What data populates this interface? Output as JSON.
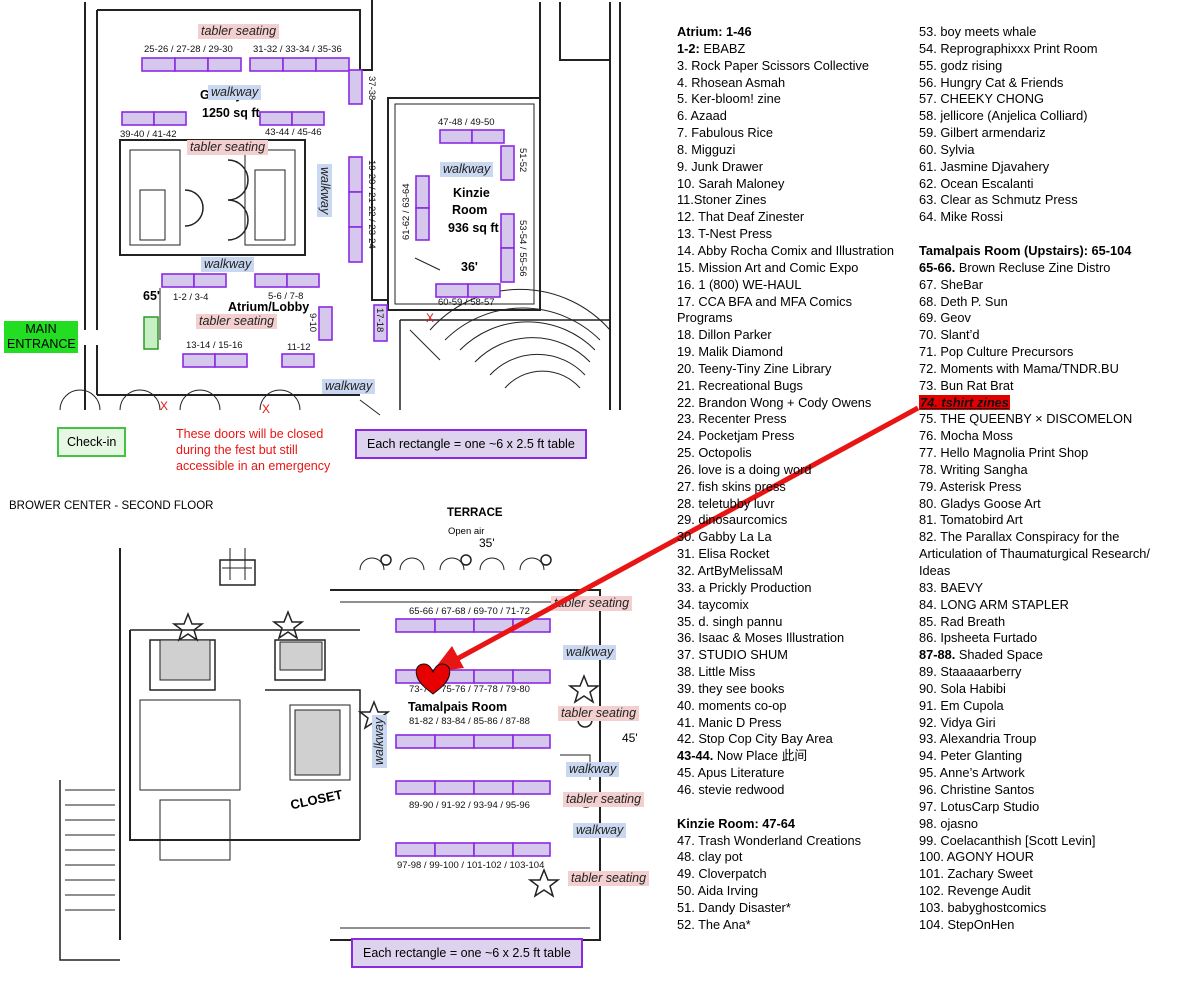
{
  "labels": {
    "tabler_seating": "tabler seating",
    "walkway": "walkway",
    "main_entrance": "MAIN ENTRANCE",
    "check_in": "Check-in",
    "doors_note": "These doors will be closed during the fest but still accessible in an emergency",
    "table_note": "Each rectangle = one ~6 x 2.5 ft table",
    "second_floor": "BROWER CENTER - SECOND FLOOR",
    "terrace": "TERRACE",
    "open_air": "Open air",
    "gallery_size": "1250 sq ft",
    "gallery": "Gallery",
    "atrium": "Atrium/Lobby",
    "kinzie": "Kinzie",
    "room": "Room",
    "kinzie_size": "936 sq ft",
    "dim_65": "65'",
    "dim_36": "36'",
    "dim_35": "35'",
    "dim_45": "45'",
    "tamalpais_room": "Tamalpais Room",
    "closet": "CLOSET",
    "x_mark": "X",
    "table_nums": {
      "g1": "25-26 / 27-28 / 29-30",
      "g2": "31-32 / 33-34 / 35-36",
      "g3": "39-40 / 41-42",
      "g4": "43-44 / 45-46",
      "v37": "37-38",
      "v19": "19-20 / 21-22 / 23-24",
      "a1": "1-2 / 3-4",
      "a2": "5-6 / 7-8",
      "a3": "13-14 / 15-16",
      "a4": "11-12",
      "v9": "9-10",
      "v17": "17-18",
      "k1": "47-48 / 49-50",
      "k2": "51-52",
      "k3": "61-62 / 63-64",
      "k4": "53-54 / 55-56",
      "k5": "60-59 / 58-57",
      "t1": "65-66 / 67-68 / 69-70 / 71-72",
      "t2": "73-74 / 75-76 / 77-78 / 79-80",
      "t3": "81-82 / 83-84 / 85-86 / 87-88",
      "t4": "89-90 / 91-92 / 93-94 / 95-96",
      "t5": "97-98 / 99-100 / 101-102 / 103-104"
    }
  },
  "list": {
    "atrium_header": "Atrium: 1-46",
    "col1": [
      "3. Rock Paper Scissors Collective",
      "4. Rhosean Asmah",
      "5. Ker-bloom! zine",
      "6. Azaad",
      "7. Fabulous Rice",
      "8. Migguzi",
      "9. Junk Drawer",
      "10. Sarah Maloney",
      "11.Stoner Zines",
      "12. That Deaf Zinester",
      "13. T-Nest Press",
      "14. Abby Rocha Comix and Illustration",
      "15. Mission Art and Comic Expo",
      "16. 1 (800) WE-HAUL",
      "17. CCA BFA and MFA Comics Programs",
      "18. Dillon Parker",
      "19. Malik Diamond",
      "20. Teeny-Tiny Zine Library",
      "21. Recreational Bugs",
      "22. Brandon Wong + Cody Owens",
      "23. Recenter Press",
      "24. Pocketjam Press",
      "25. Octopolis",
      "26. love is a doing word",
      "27. fish skins press",
      "28. teletubby luvr",
      "29. dinosaurcomics",
      "30. Gabby La La",
      "31. Elisa Rocket",
      "32. ArtByMelissaM",
      "33. a Prickly Production",
      "34. taycomix",
      "35. d. singh pannu",
      "36. Isaac & Moses Illustration",
      "37. STUDIO SHUM",
      "38. Little Miss",
      "39. they see books",
      "40. moments co-op",
      "41. Manic D Press",
      "42. Stop Cop City Bay Area"
    ],
    "first_num": "1-2:",
    "first_name": "EBABZ",
    "item43_num": "43-44.",
    "item43_name": "Now Place 此间",
    "col1_tail": [
      "45. Apus Literature",
      "46. stevie redwood"
    ],
    "kinzie_header": "Kinzie Room: 47-64",
    "kinzie_items": [
      "47. Trash Wonderland Creations",
      "48. clay pot",
      "49. Cloverpatch",
      "50. Aida Irving",
      "51. Dandy Disaster*",
      "52. The Ana*"
    ],
    "col2_top": [
      "53. boy meets whale",
      "54. Reprographixxx Print Room",
      "55. godz rising",
      "56. Hungry Cat & Friends",
      "57. CHEEKY CHONG",
      "58. jellicore (Anjelica Colliard)",
      "59. Gilbert armendariz",
      "60. Sylvia",
      "61. Jasmine Djavahery",
      "62. Ocean Escalanti",
      "63. Clear as Schmutz Press",
      "64. Mike Rossi"
    ],
    "tamalpais_header": "Tamalpais Room (Upstairs): 65-104",
    "t65_num": "65-66.",
    "t65_name": "Brown Recluse Zine Distro",
    "t_items_a": [
      "67. SheBar",
      "68. Deth P. Sun",
      "69. Geov",
      "70. Slant’d",
      "71. Pop Culture Precursors",
      "72. Moments with Mama/TNDR.BU",
      "73. Bun Rat Brat"
    ],
    "highlight": "74. tshirt zines",
    "t_items_b": [
      "75. THE QUEENBY × DISCOMELON",
      "76. Mocha Moss",
      "77. Hello Magnolia Print Shop",
      "78. Writing Sangha",
      "79. Asterisk Press",
      "80. Gladys Goose Art",
      "81. Tomatobird Art",
      "82. The Parallax Conspiracy for the Articulation of Thaumaturgical Research/ Ideas",
      "83. BAEVY",
      "84. LONG ARM STAPLER",
      "85. Rad Breath",
      "86. Ipsheeta Furtado"
    ],
    "t87_num": "87-88.",
    "t87_name": "Shaded Space",
    "t_items_c": [
      "89. Staaaaarberry",
      "90. Sola Habibi",
      "91. Em Cupola",
      "92. Vidya Giri",
      "93. Alexandria Troup",
      "94. Peter Glanting",
      "95. Anne’s Artwork",
      "96. Christine Santos",
      "97. LotusCarp Studio",
      "98. ojasno",
      "99. Coelacanthish [Scott Levin]",
      "100. AGONY HOUR",
      "101. Zachary Sweet",
      "102. Revenge Audit",
      "103. babyghostcomics",
      "104. StepOnHen"
    ]
  },
  "colors": {
    "table_fill": "#d6c7ec",
    "table_stroke": "#8a2be2",
    "arrow": "#e81515",
    "heart": "#e60000",
    "walkway_bg": "#c9d8f0",
    "seating_bg": "#f3cfcf"
  }
}
